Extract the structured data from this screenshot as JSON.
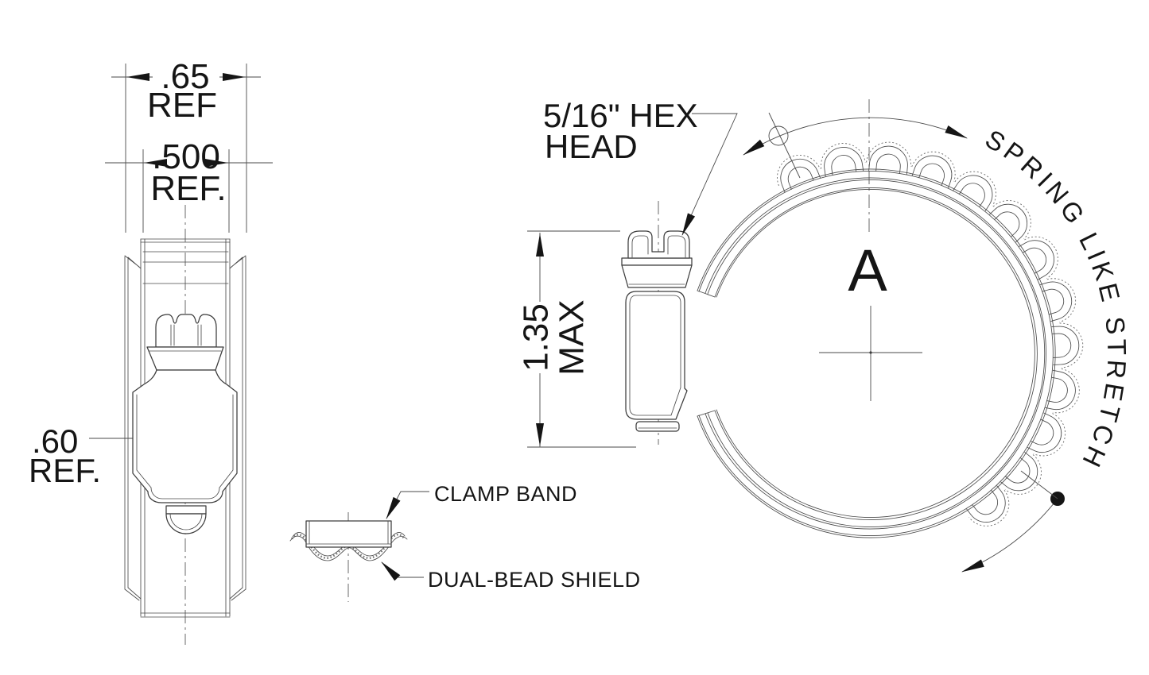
{
  "drawing": {
    "side_view": {
      "width_outer": ".65",
      "width_outer_ref": "REF",
      "width_band": ".500",
      "width_band_ref": "REF.",
      "width_housing": ".60",
      "width_housing_ref": "REF."
    },
    "detail_view": {
      "clamp_band_label": "CLAMP BAND",
      "dual_bead_label": "DUAL-BEAD SHIELD"
    },
    "front_view": {
      "hex_head_line1": "5/16\" HEX",
      "hex_head_line2": "HEAD",
      "height_value": "1.35",
      "height_qualifier": "MAX",
      "diameter_label": "A",
      "spring_note": "SPRING LIKE STRETCH"
    }
  }
}
